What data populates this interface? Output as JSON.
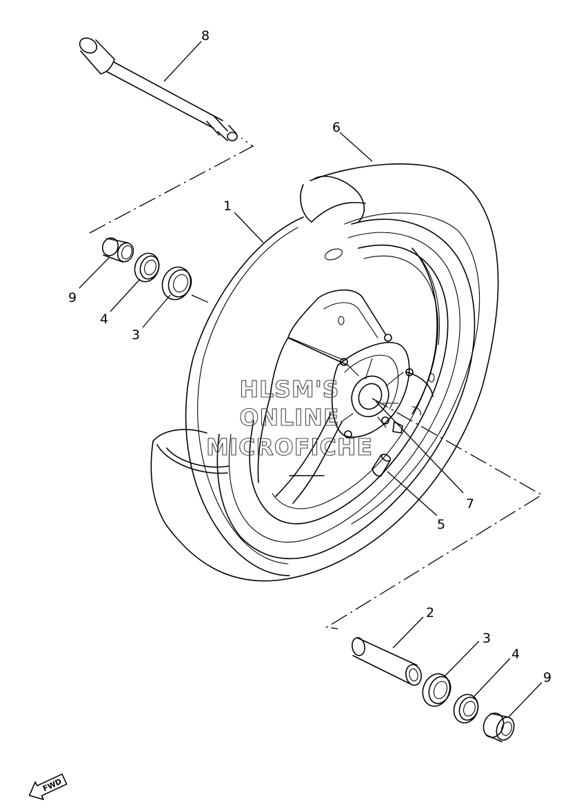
{
  "callouts": {
    "c1": "1",
    "c2": "2",
    "c3_left": "3",
    "c3_right": "3",
    "c4_left": "4",
    "c4_right": "4",
    "c5": "5",
    "c6": "6",
    "c7": "7",
    "c8": "8",
    "c9_left": "9",
    "c9_right": "9"
  },
  "watermark": {
    "line1": "HLSM'S",
    "line2": "ONLINE",
    "line3": "MICROFICHE"
  },
  "direction_arrow": {
    "label": "FWD"
  }
}
